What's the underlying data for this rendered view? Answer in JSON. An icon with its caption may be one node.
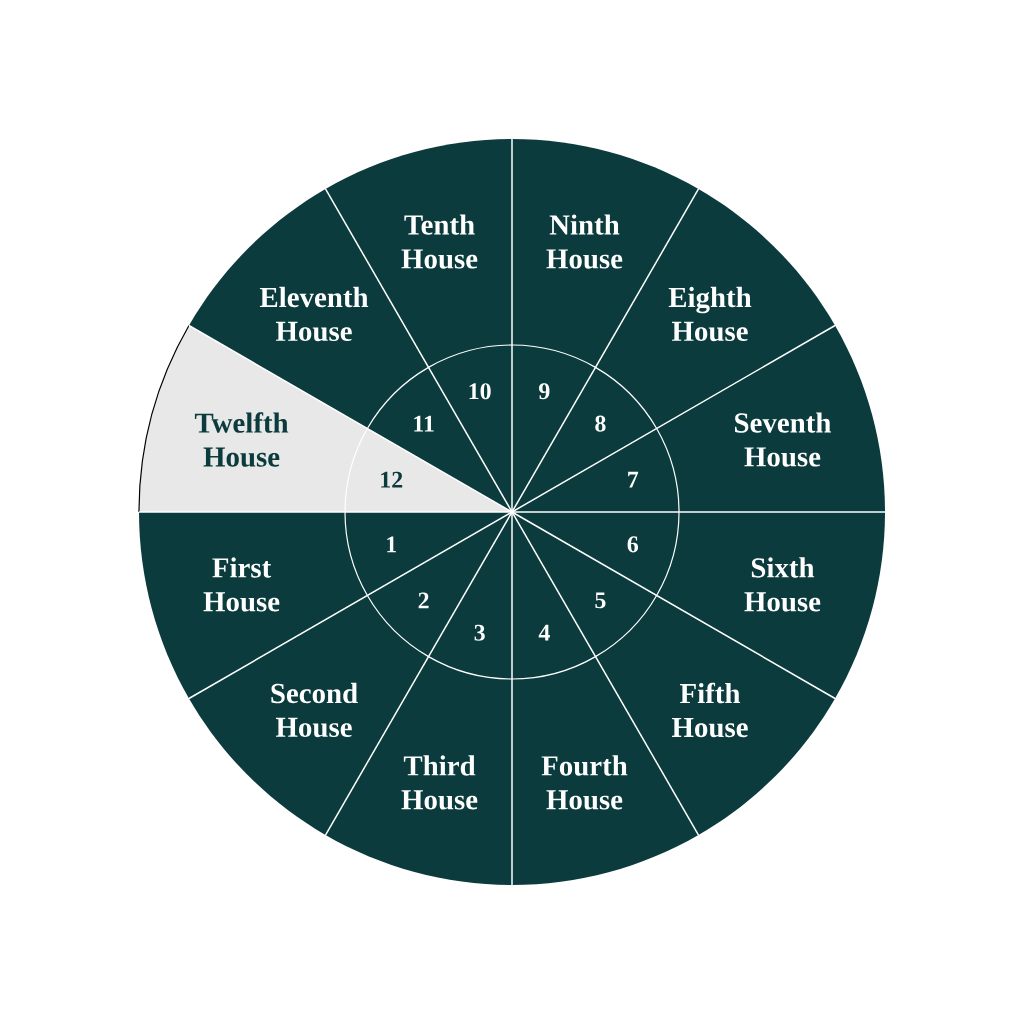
{
  "diagram": {
    "nodes": [
      {
        "text": [
          "1",
          "First House"
        ]
      },
      {
        "text": [
          "2",
          "Second House"
        ]
      },
      {
        "text": [
          "3",
          "Third House"
        ]
      },
      {
        "text": [
          "4",
          "Fourth House"
        ]
      },
      {
        "text": [
          "5",
          "Fifth House"
        ]
      },
      {
        "text": [
          "6",
          "Sixth House"
        ]
      },
      {
        "text": [
          "Seventh House",
          "7"
        ]
      },
      {
        "text": [
          "Eighth House",
          "8"
        ]
      },
      {
        "text": [
          "Ninth House",
          "9"
        ]
      },
      {
        "text": [
          "Tenth House",
          "10"
        ]
      },
      {
        "text": [
          "Eleventh House",
          "11"
        ]
      },
      {
        "text": [
          "Twelfth House",
          "12"
        ]
      }
    ]
  }
}
